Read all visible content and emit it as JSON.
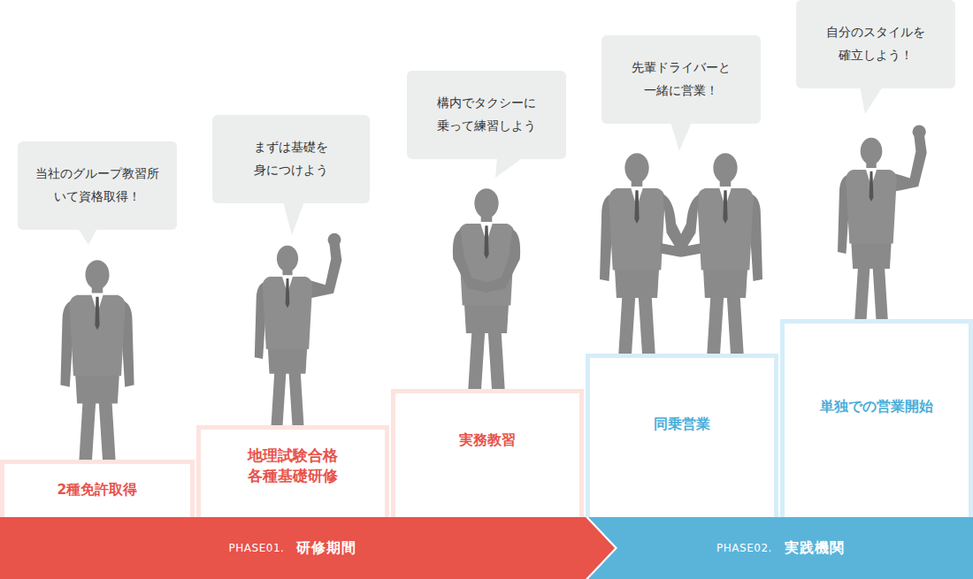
{
  "diagram": {
    "nodes": [
      {
        "text": [
          "当社のグループ教習所 いて資格取得！"
        ]
      },
      {
        "text": [
          "2種免許取得"
        ]
      },
      {
        "text": [
          "まずは基礎を 身につけよう"
        ]
      },
      {
        "text": [
          "地理試験合格 各種基礎研修"
        ]
      },
      {
        "text": [
          "構内でタクシーに 乗って練習しよう"
        ]
      },
      {
        "text": [
          "実務教習"
        ]
      },
      {
        "text": [
          "先輩ドライバーと 一緒に営業！"
        ]
      },
      {
        "text": [
          "同乗営業"
        ]
      },
      {
        "text": [
          "自分のスタイルを 確立しよう！"
        ]
      },
      {
        "text": [
          "単独での営業開始"
        ]
      },
      {
        "text": [
          "PHASE01.",
          "研修期間"
        ]
      },
      {
        "text": [
          "PHASE02.",
          "実践機関"
        ]
      }
    ]
  }
}
